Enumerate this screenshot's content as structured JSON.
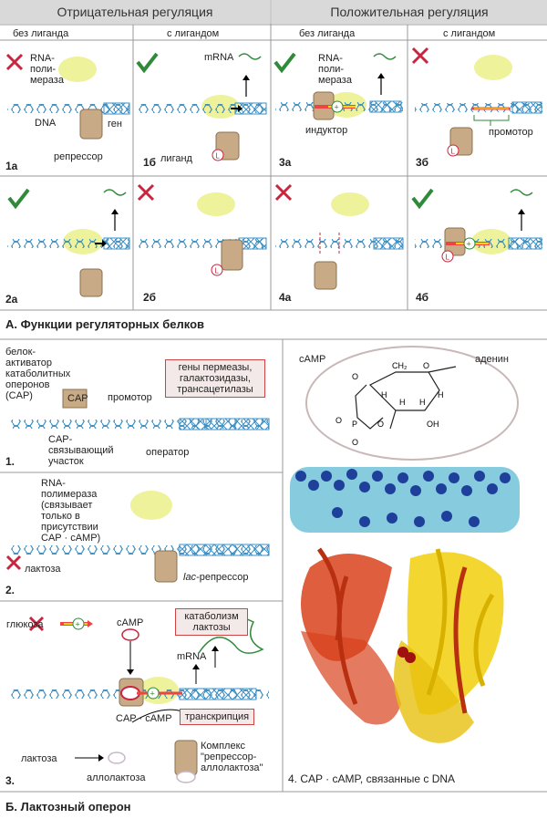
{
  "section_a": {
    "header_negative": "Отрицательная регуляция",
    "header_positive": "Положительная регуляция",
    "col_without_ligand_1": "без лиганда",
    "col_with_ligand_1": "с лигандом",
    "col_without_ligand_2": "без лиганда",
    "col_with_ligand_2": "с лигандом",
    "label_rna_polymerase": "RNA-\nполи-\nмераза",
    "label_rna_polymerase_2": "RNA-\nполи-\nмераза",
    "label_dna": "DNA",
    "label_gene": "ген",
    "label_repressor": "репрессор",
    "label_ligand": "лиганд",
    "label_mrna": "mRNA",
    "label_inductor": "индуктор",
    "label_promoter": "промотор",
    "panel_1a": "1а",
    "panel_1b": "1б",
    "panel_3a": "3а",
    "panel_3b": "3б",
    "panel_2a": "2а",
    "panel_2b": "2б",
    "panel_4a": "4а",
    "panel_4b": "4б",
    "title": "А. Функции регуляторных белков"
  },
  "section_b": {
    "cap_label": "белок-\nактиватор\nкатаболитных\nоперонов\n(CAP)",
    "cap_box": "CAP",
    "promoter": "промотор",
    "genes_box": "гены пермеазы,\nгалактозидазы,\nтрансацетилазы",
    "cap_binding": "CAP-\nсвязывающий\nучасток",
    "operator": "оператор",
    "num_1": "1.",
    "rna_pol_note": "RNA-\nполимераза\n(связывает\nтолько в\nприсутствии\nCAP · cAMP)",
    "lactose_2": "лактоза",
    "lac_repressor_italic": "lac",
    "lac_repressor_rest": "-репрессор",
    "num_2": "2.",
    "glucose": "глюкоза",
    "camp_3": "cAMP",
    "catabolism_box": "катаболизм\nлактозы",
    "mrna_3": "mRNA",
    "cap_camp": "CAP · cAMP",
    "transcription_box": "транскрипция",
    "lactose_3": "лактоза",
    "allolactose": "аллолактоза",
    "complex": "Комплекс\n\"репрессор-\nаллолактоза\"",
    "num_3": "3.",
    "camp_struct": "cAMP",
    "adenine": "аденин",
    "caption_4": "4. CAP · cAMP, связанные с DNA",
    "title": "Б. Лактозный оперон"
  },
  "colors": {
    "header_bg": "#d9d9d9",
    "dna": "#3a8fc4",
    "polymerase": "#eef29a",
    "repressor": "#c8ab86",
    "check": "#2f8a3a",
    "cross": "#c8253e",
    "protein_red": "#d8421c",
    "protein_yellow": "#f2d21a",
    "dna_model_dark": "#1e3f9a",
    "dna_model_light": "#35a8c8"
  }
}
